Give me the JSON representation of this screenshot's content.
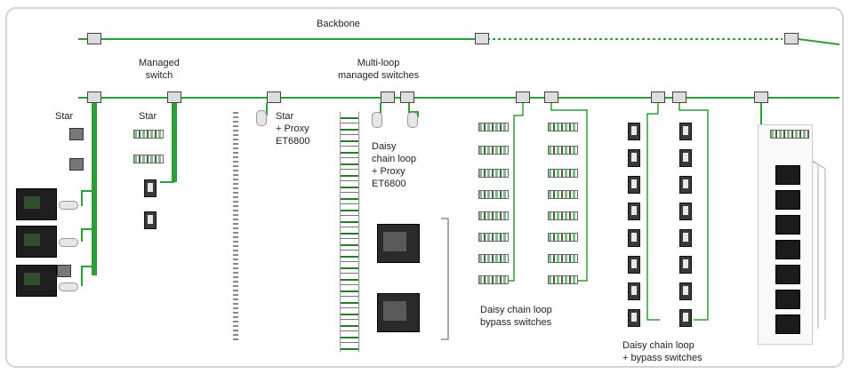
{
  "diagram": {
    "backbone_label": "Backbone",
    "managed_switch_label": "Managed\nswitch",
    "multi_loop_label": "Multi-loop\nmanaged switches",
    "star_left_label": "Star",
    "star_mid_label": "Star",
    "star_proxy_label": "Star\n+ Proxy\nET6800",
    "daisy_chain_label": "Daisy\nchain loop\n+ Proxy\nET6800",
    "daisy_bypass_label": "Daisy chain loop\nbypass switches",
    "daisy_chain_bypass_label": "Daisy chain loop\n+ bypass switches"
  },
  "colors": {
    "link": "#2e9e3a",
    "backbone": "#2e9e3a"
  }
}
